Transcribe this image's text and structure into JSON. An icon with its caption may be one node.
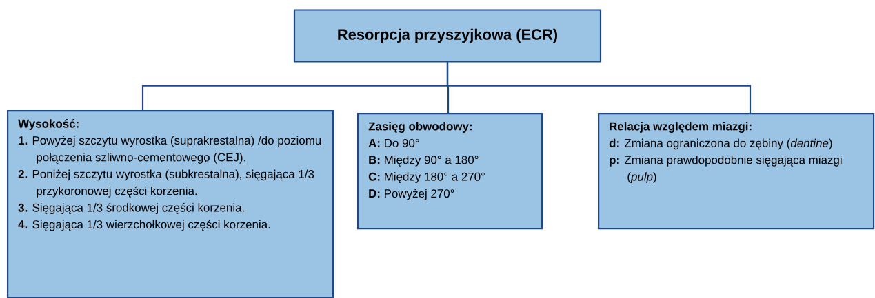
{
  "diagram": {
    "nodes": [
      {
        "text": [
          "Resorpcja przyszyjkowa (ECR)"
        ]
      },
      {
        "text": [
          "Wysokość:",
          "**1.** Powyżej szczytu wyrostka (suprakrestalna) /do poziomu połączenia szliwno-cementowego (CEJ).",
          "**2.** Poniżej szczytu wyrostka (subkrestalna), sięgająca 1/3 przykoronowej części korzenia.",
          "**3.** Sięgająca 1/3 środkowej części korzenia.",
          "**4.** Sięgająca 1/3 wierzchołkowej części korzenia."
        ]
      },
      {
        "text": [
          "Zasięg obwodowy:",
          "**A:** Do 90°",
          "**B:** Między 90° a 180°",
          "**C:** Między 180° a 270°",
          "**D:** Powyżej 270°"
        ]
      },
      {
        "text": [
          "Relacja względem miazgi:",
          "**d:** Zmiana ograniczona do zębiny (*dentine*)",
          "**p:** Zmiana prawdopodobnie sięgająca miazgi (*pulp*)"
        ]
      }
    ],
    "edges": [
      {
        "from": 0,
        "to": 1,
        "arrow": "none"
      },
      {
        "from": 0,
        "to": 2,
        "arrow": "none"
      },
      {
        "from": 0,
        "to": 3,
        "arrow": "none"
      }
    ]
  }
}
